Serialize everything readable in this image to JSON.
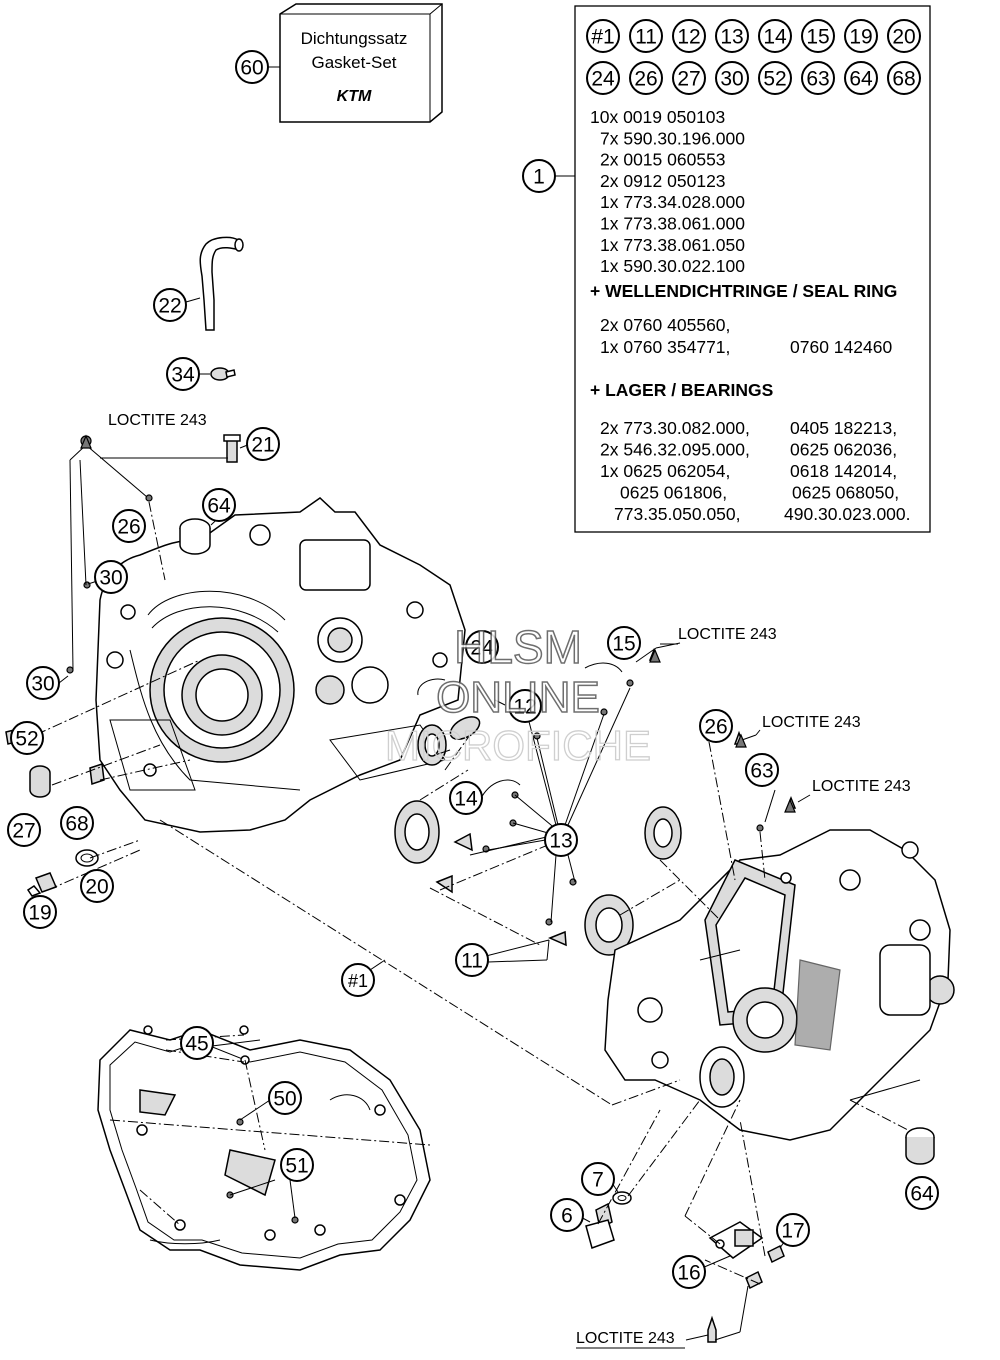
{
  "gasket_box": {
    "line1": "Dichtungssatz",
    "line2": "Gasket-Set",
    "logo": "KTM"
  },
  "parts_table": {
    "ref_row1": [
      "#1",
      "11",
      "12",
      "13",
      "14",
      "15",
      "19",
      "20"
    ],
    "ref_row2": [
      "24",
      "26",
      "27",
      "30",
      "52",
      "63",
      "64",
      "68"
    ],
    "list": [
      "10x 0019 050103",
      "7x 590.30.196.000",
      "2x 0015 060553",
      "2x 0912 050123",
      "1x 773.34.028.000",
      "1x 773.38.061.000",
      "1x 773.38.061.050",
      "1x 590.30.022.100"
    ],
    "seal_heading": "+ WELLENDICHTRINGE /  SEAL RING",
    "seal_col1": [
      "2x 0760 405560,",
      "1x 0760 354771,"
    ],
    "seal_col2": [
      "",
      "0760 142460"
    ],
    "bearing_heading": "+ LAGER / BEARINGS",
    "bearing_col1": [
      "2x 773.30.082.000,",
      "2x 546.32.095.000,",
      "1x 0625 062054,",
      "0625 061806,",
      "773.35.050.050,"
    ],
    "bearing_col2": [
      "0405 182213,",
      "0625 062036,",
      "0618 142014,",
      "0625 068050,",
      "490.30.023.000."
    ]
  },
  "loctite_label": "LOCTITE 243",
  "watermark": {
    "line1": "HLSM",
    "line2": "ONLINE",
    "line3": "MICROFICHE"
  },
  "callouts": {
    "c60": "60",
    "c1": "1",
    "c22": "22",
    "c34": "34",
    "c21": "21",
    "c64a": "64",
    "c26a": "26",
    "c30a": "30",
    "c30b": "30",
    "c52": "52",
    "c27": "27",
    "c68": "68",
    "c20": "20",
    "c19": "19",
    "c24": "24",
    "c12": "12",
    "c15": "15",
    "c14": "14",
    "c13": "13",
    "c11": "11",
    "c1ref": "#1",
    "c26b": "26",
    "c63": "63",
    "c45": "45",
    "c50": "50",
    "c51": "51",
    "c7": "7",
    "c6": "6",
    "c17": "17",
    "c16": "16",
    "c64b": "64"
  }
}
